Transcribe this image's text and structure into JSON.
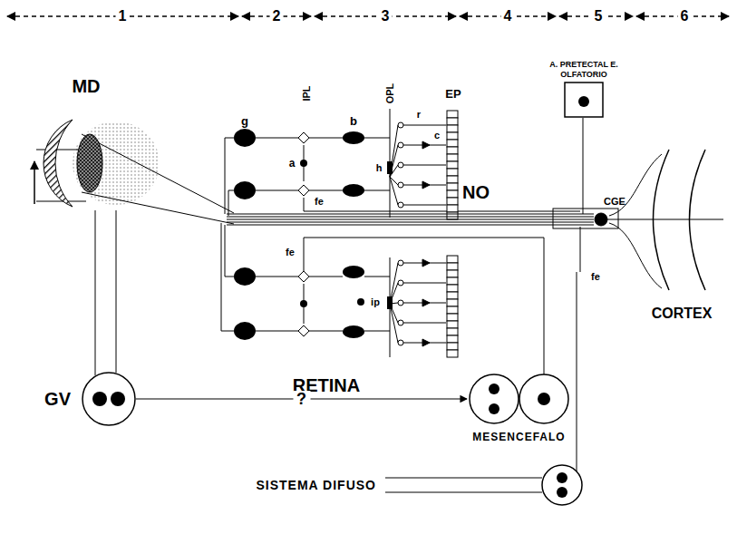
{
  "diagram": {
    "nodes": [
      {
        "text": [
          "A. PRETECTAL E. OLFATORIO"
        ]
      },
      {
        "text": [
          "GV"
        ]
      },
      {
        "text": [
          "MESENCEFALO"
        ]
      },
      {
        "text": [
          "SISTEMA DIFUSO"
        ]
      }
    ],
    "edges": [
      {
        "from": 1,
        "to": 2,
        "label": "?",
        "arrow": "to"
      }
    ],
    "labels": [
      "1",
      "2",
      "3",
      "4",
      "5",
      "6",
      "MD",
      "g",
      "IPL",
      "b",
      "OPL",
      "EP",
      "a",
      "r",
      "c",
      "h",
      "fe",
      "NO",
      "CGE",
      "fe",
      "ip",
      "fe",
      "CORTEX",
      "RETINA"
    ]
  }
}
